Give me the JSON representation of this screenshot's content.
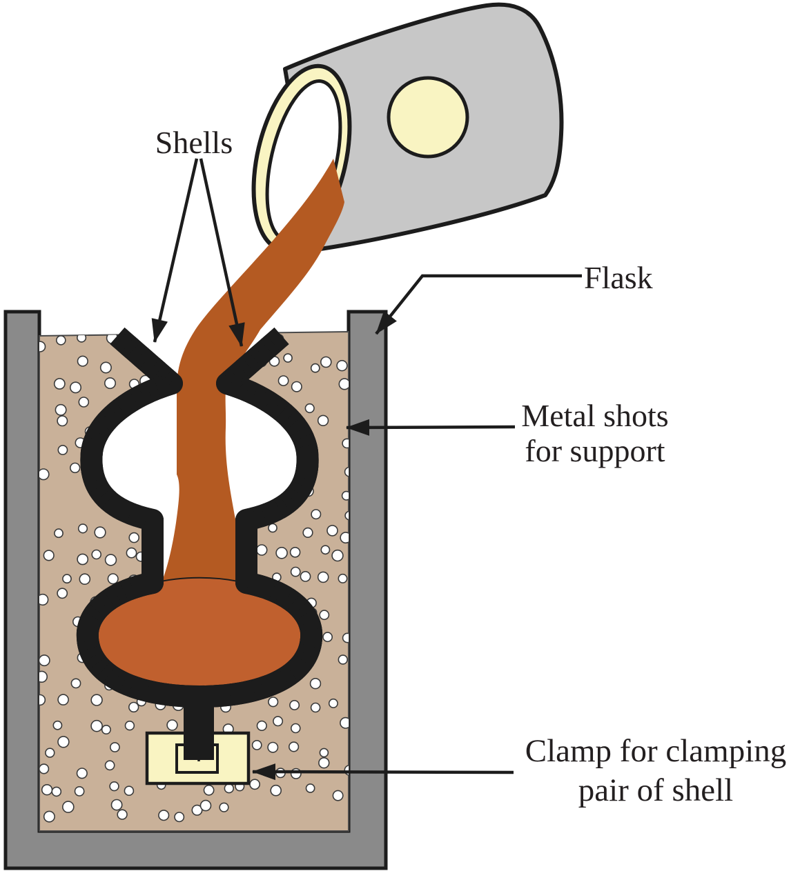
{
  "diagram": {
    "type": "shell-molding-casting-process",
    "labels": {
      "shells": "Shells",
      "flask": "Flask",
      "metal_shots_line1": "Metal shots",
      "metal_shots_line2": "for support",
      "clamp_line1": "Clamp for clamping",
      "clamp_line2": "pair of shell"
    },
    "colors": {
      "flask_gray": "#8a8a8a",
      "ladle_gray": "#c7c7c7",
      "cream": "#f9f4c2",
      "shot_bed_tan": "#c9b199",
      "shell_orange": "#f08a25",
      "molten_stream": "#b45a22",
      "molten_pool": "#c0602e",
      "outline_black": "#1c1c1c",
      "dot_white": "#ffffff",
      "dot_stroke": "#3a3a3a",
      "text_color": "#231f20"
    },
    "shots_texture": {
      "seed": 7,
      "step_x": 24,
      "step_y": 31,
      "jitter": 9,
      "keep_probability": 0.58,
      "radius_min": 6,
      "radius_max": 8,
      "x_min": 66,
      "x_max": 498,
      "y_min": 494,
      "y_max": 1198
    }
  }
}
